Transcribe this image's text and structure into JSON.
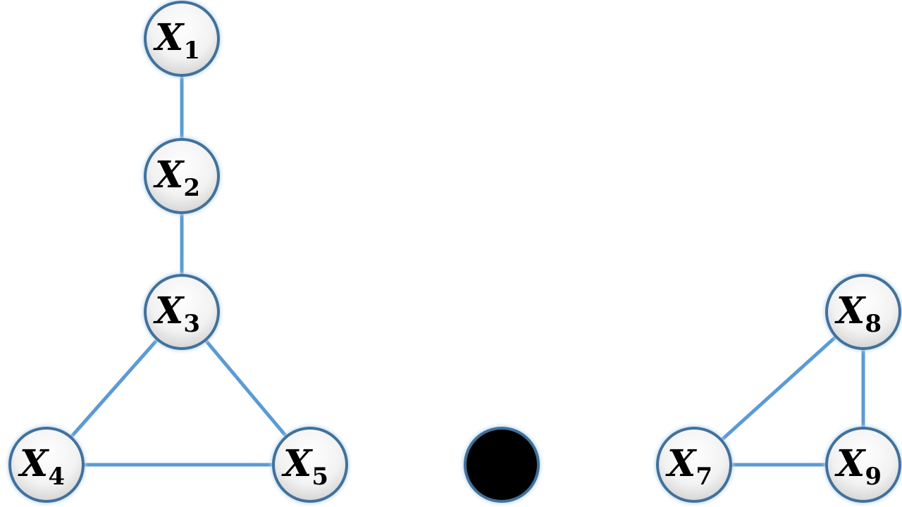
{
  "colors": {
    "edge": "#5b9bd5",
    "node_border": "#41719c",
    "node_glow": "#bdd7ee",
    "node_fill_top": "#ffffff",
    "node_fill_bottom": "#d9d9d9",
    "filled_node": "#000000"
  },
  "nodes": [
    {
      "id": "x1",
      "letter": "X",
      "sub": "1"
    },
    {
      "id": "x2",
      "letter": "X",
      "sub": "2"
    },
    {
      "id": "x3",
      "letter": "X",
      "sub": "3"
    },
    {
      "id": "x4",
      "letter": "X",
      "sub": "4"
    },
    {
      "id": "x5",
      "letter": "X",
      "sub": "5"
    },
    {
      "id": "x6",
      "filled": true
    },
    {
      "id": "x7",
      "letter": "X",
      "sub": "7"
    },
    {
      "id": "x8",
      "letter": "X",
      "sub": "8"
    },
    {
      "id": "x9",
      "letter": "X",
      "sub": "9"
    }
  ],
  "edges": [
    [
      "x1",
      "x2"
    ],
    [
      "x2",
      "x3"
    ],
    [
      "x3",
      "x4"
    ],
    [
      "x3",
      "x5"
    ],
    [
      "x4",
      "x5"
    ],
    [
      "x7",
      "x8"
    ],
    [
      "x8",
      "x9"
    ],
    [
      "x7",
      "x9"
    ]
  ]
}
